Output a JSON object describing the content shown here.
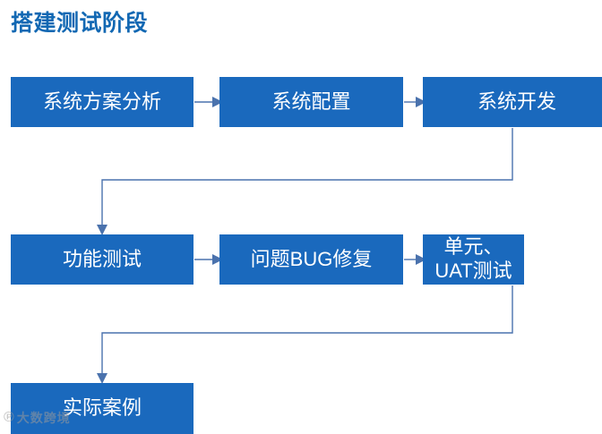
{
  "title": "搭建测试阶段",
  "colors": {
    "title_blue": "#1268b3",
    "node_fill": "#1a69bd",
    "node_text": "#ffffff",
    "connector": "#4a72ad",
    "background": "#ffffff"
  },
  "diagram": {
    "type": "flowchart",
    "nodes": [
      {
        "id": "n0",
        "label": "系统方案分析",
        "row": 1,
        "col": 1
      },
      {
        "id": "n1",
        "label": "系统配置",
        "row": 1,
        "col": 2
      },
      {
        "id": "n2",
        "label": "系统开发",
        "row": 1,
        "col": 3
      },
      {
        "id": "n3",
        "label": "功能测试",
        "row": 2,
        "col": 1
      },
      {
        "id": "n4",
        "label": "问题BUG修复",
        "row": 2,
        "col": 2
      },
      {
        "id": "n5",
        "label": "单元、UAT测试",
        "row": 2,
        "col": 3
      },
      {
        "id": "n6",
        "label": "实际案例",
        "row": 3,
        "col": 1
      }
    ],
    "edges": [
      {
        "from": "n0",
        "to": "n1",
        "style": "straight-right"
      },
      {
        "from": "n1",
        "to": "n2",
        "style": "straight-right"
      },
      {
        "from": "n2",
        "to": "n3",
        "style": "elbow-down-left"
      },
      {
        "from": "n3",
        "to": "n4",
        "style": "straight-right"
      },
      {
        "from": "n4",
        "to": "n5",
        "style": "straight-right"
      },
      {
        "from": "n5",
        "to": "n6",
        "style": "elbow-down-left"
      }
    ]
  },
  "watermark": {
    "mark": "℗",
    "text": "大数跨境"
  }
}
